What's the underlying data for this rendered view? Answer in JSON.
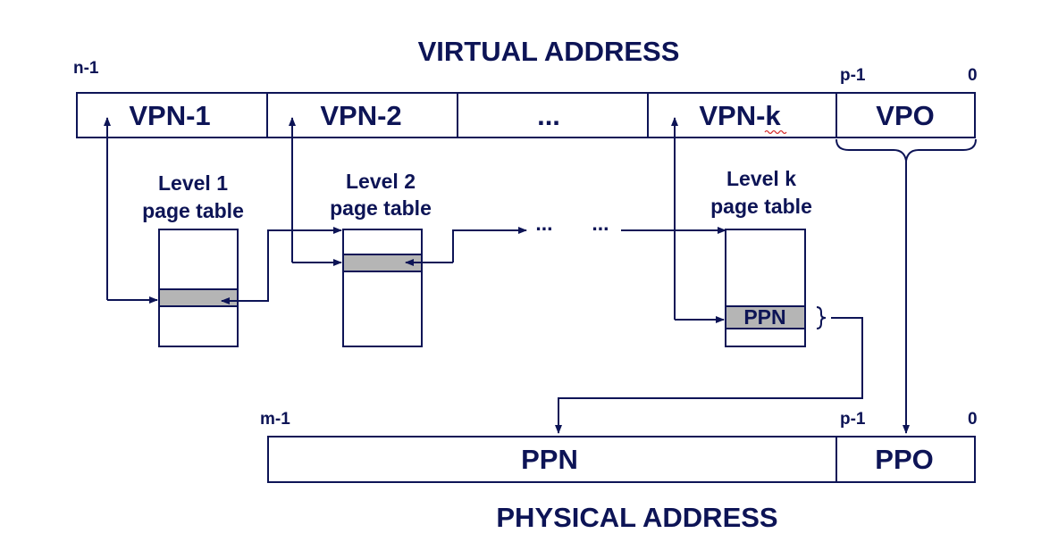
{
  "virtual_address": {
    "title": "VIRTUAL ADDRESS",
    "bit_high": "n-1",
    "bit_offset_high": "p-1",
    "bit_low": "0",
    "fields": [
      "VPN-1",
      "VPN-2",
      "...",
      "VPN-k",
      "VPO"
    ]
  },
  "page_tables": [
    {
      "line1": "Level 1",
      "line2": "page table"
    },
    {
      "line1": "Level 2",
      "line2": "page table"
    },
    {
      "line1": "Level k",
      "line2": "page table",
      "entry_label": "PPN"
    }
  ],
  "ellipsis_between_tables": [
    "...",
    "..."
  ],
  "physical_address": {
    "title": "PHYSICAL ADDRESS",
    "bit_high": "m-1",
    "bit_offset_high": "p-1",
    "bit_low": "0",
    "fields": [
      "PPN",
      "PPO"
    ]
  },
  "colors": {
    "ink": "#0d1456",
    "entry_fill": "#b5b5b5",
    "spellcheck": "#d42a2a"
  }
}
